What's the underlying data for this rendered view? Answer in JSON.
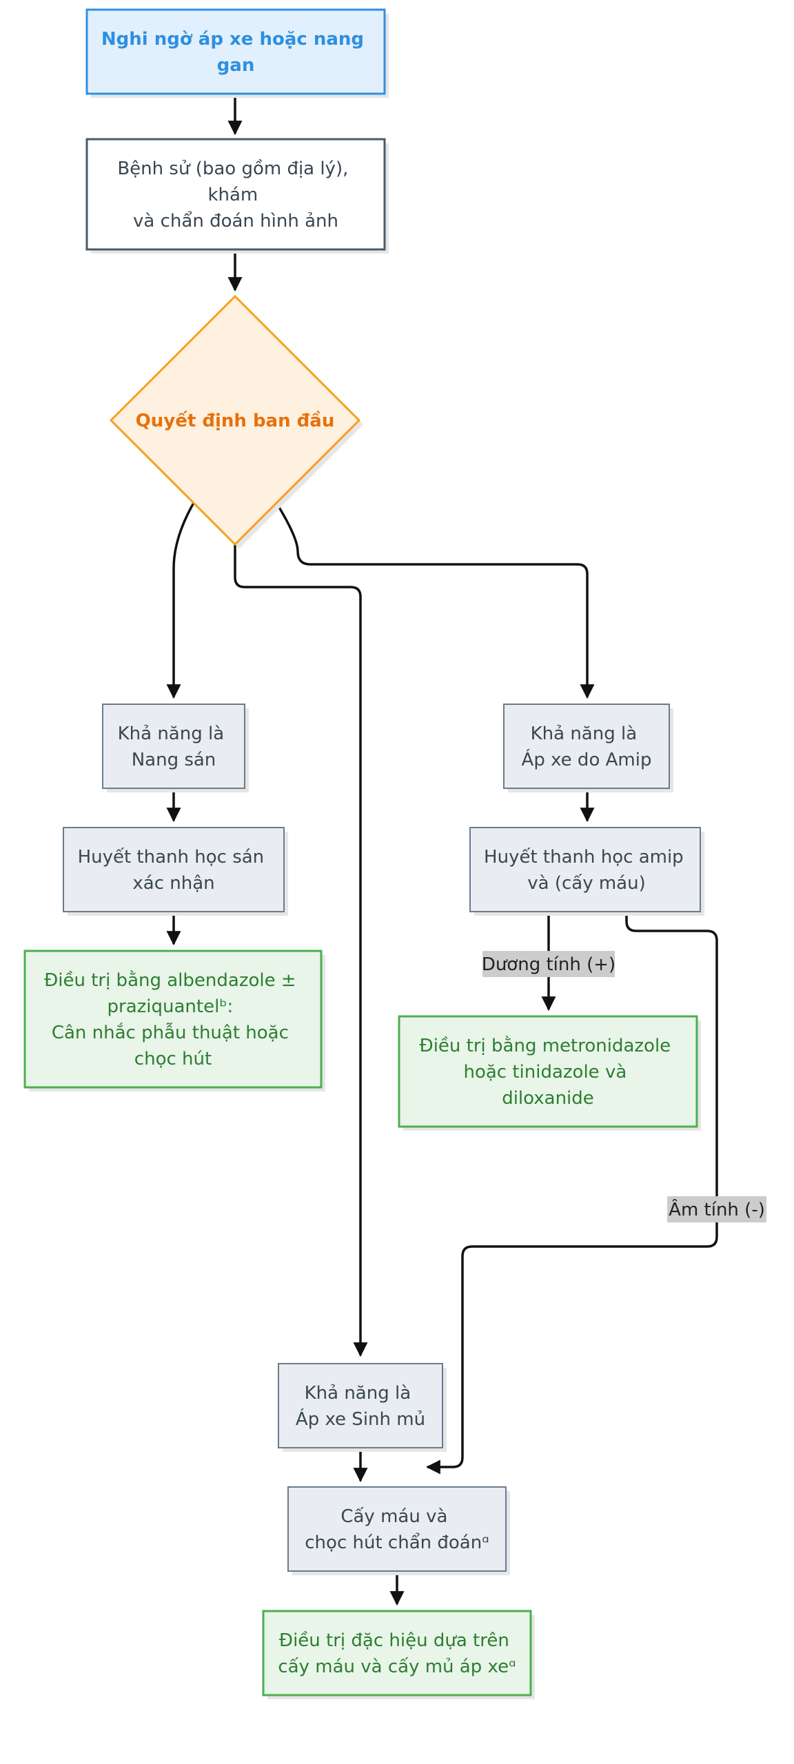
{
  "colors": {
    "start_fill": "#e1f0fc",
    "start_stroke": "#2f8fe0",
    "start_text": "#2f8fe0",
    "process_fill": "#ffffff",
    "process_stroke": "#4a5a6a",
    "process_text": "#3a4652",
    "decision_fill": "#fff1e0",
    "decision_stroke": "#f7a01e",
    "decision_text": "#e8700a",
    "info_fill": "#e9edf1",
    "info_stroke": "#6b7b8c",
    "info_text": "#3a4652",
    "result_fill": "#e8f5e8",
    "result_stroke": "#4caf50",
    "result_text": "#2e7d32",
    "edge": "#111111",
    "edge_label_bg": "#cccccc",
    "edge_label_text": "#222222",
    "shadow": "#e6e6e6"
  },
  "nodes": {
    "suspect": {
      "lines": [
        "Nghi ngờ áp xe hoặc nang",
        "gan"
      ]
    },
    "history": {
      "lines": [
        "Bệnh sử (bao gồm địa lý),",
        "khám",
        "và chẩn đoán hình ảnh"
      ]
    },
    "decision": {
      "lines": [
        "Quyết định ban đầu"
      ]
    },
    "hydatid": {
      "lines": [
        "Khả năng là",
        "Nang sán"
      ]
    },
    "amoebic": {
      "lines": [
        "Khả năng là",
        "Áp xe do Amip"
      ]
    },
    "hydatid_serology": {
      "lines": [
        "Huyết thanh học sán",
        "xác nhận"
      ]
    },
    "amoebic_serology": {
      "lines": [
        "Huyết thanh học amip",
        "và (cấy máu)"
      ]
    },
    "hydatid_treatment": {
      "lines": [
        "Điều trị bằng albendazole ±",
        "praziquantelᵇ:",
        "Cân nhắc phẫu thuật hoặc",
        "chọc hút"
      ]
    },
    "amoebic_treatment": {
      "lines": [
        "Điều trị bằng metronidazole",
        "hoặc tinidazole và",
        "diloxanide"
      ]
    },
    "pyogenic": {
      "lines": [
        "Khả năng là",
        "Áp xe Sinh mủ"
      ]
    },
    "culture": {
      "lines": [
        "Cấy máu và",
        "chọc hút chẩn đoánᵅ"
      ]
    },
    "specific_treatment": {
      "lines": [
        "Điều trị đặc hiệu dựa trên",
        "cấy máu và cấy mủ áp xeᵅ"
      ]
    }
  },
  "edge_labels": {
    "positive": "Dương tính (+)",
    "negative": "Âm tính (-)"
  }
}
